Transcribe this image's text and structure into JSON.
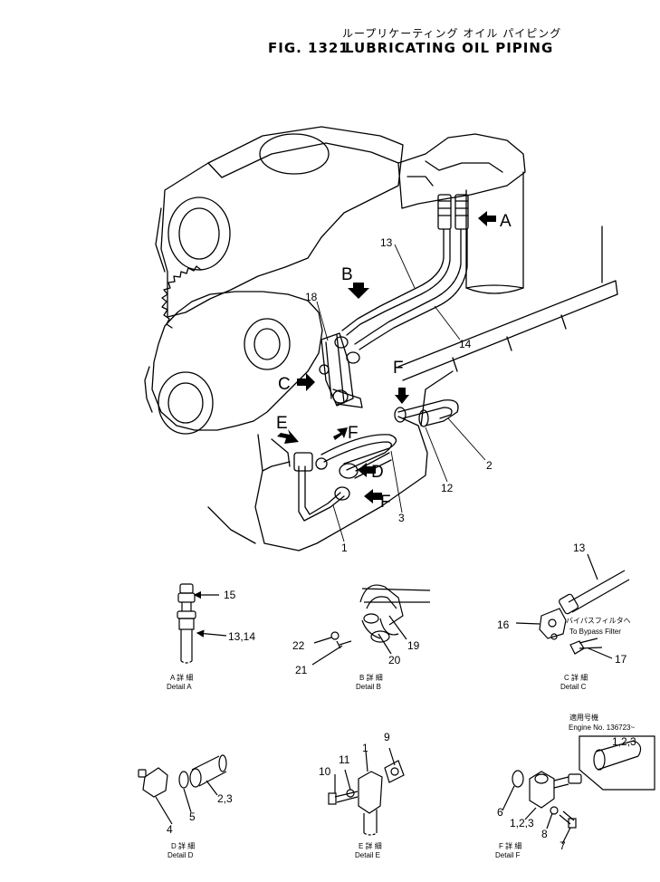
{
  "header": {
    "japanese_title": "ループリケーティング オイル パイピング",
    "fig_label": "FIG. 1321",
    "title": "LUBRICATING OIL PIPING"
  },
  "arrows": {
    "a": "A",
    "b": "B",
    "c": "C",
    "d": "D",
    "e": "E",
    "f": "F"
  },
  "main_callouts": {
    "n1": "1",
    "n2": "2",
    "n3": "3",
    "n12": "12",
    "n13": "13",
    "n14": "14",
    "n18": "18"
  },
  "details": {
    "a": {
      "jp": "A 詳 細",
      "en": "Detail A",
      "n15": "15",
      "n1314": "13,14"
    },
    "b": {
      "jp": "B 詳 細",
      "en": "Detail B",
      "n19": "19",
      "n20": "20",
      "n21": "21",
      "n22": "22"
    },
    "c": {
      "jp": "C 詳 細",
      "en": "Detail C",
      "n13": "13",
      "n16": "16",
      "n17": "17",
      "bypass_jp": "バイパスフィルタへ",
      "bypass_en": "To Bypass Filter"
    },
    "d": {
      "jp": "D 詳 細",
      "en": "Detail D",
      "n4": "4",
      "n5": "5",
      "n23": "2,3"
    },
    "e": {
      "jp": "E 詳 細",
      "en": "Detail E",
      "n1": "1",
      "n9": "9",
      "n10": "10",
      "n11": "11"
    },
    "f": {
      "jp": "F 詳 細",
      "en": "Detail F",
      "n6": "6",
      "n7": "7",
      "n8": "8",
      "n123": "1,2,3",
      "applicable_jp": "適用号機",
      "engine_no": "Engine No. 136723~",
      "inset_n123": "1,2,3"
    }
  }
}
